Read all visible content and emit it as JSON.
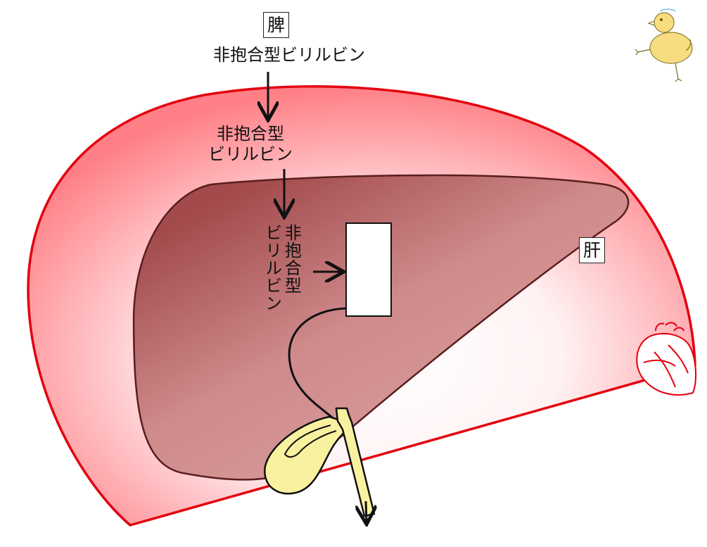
{
  "diagram": {
    "spleen_label": "脾",
    "spleen_output_label": "非抱合型ビリルビン",
    "blood_label_line1": "非抱合型",
    "blood_label_line2": "ビリルビン",
    "hepatocyte_label_col1": "非抱合型",
    "hepatocyte_label_col2": "ビリルビン",
    "liver_label": "肝",
    "conjugation_box_text": ""
  },
  "colors": {
    "outer_outline": "#e3000f",
    "outer_fill_edge": "#ff7f86",
    "liver_fill": "#c97a7c",
    "liver_outline": "#5a1e1e",
    "bile_duct_fill": "#f8f2a0",
    "arrow": "#111111"
  },
  "icons": [
    "chick-sketch-icon",
    "heart-sketch-icon"
  ]
}
